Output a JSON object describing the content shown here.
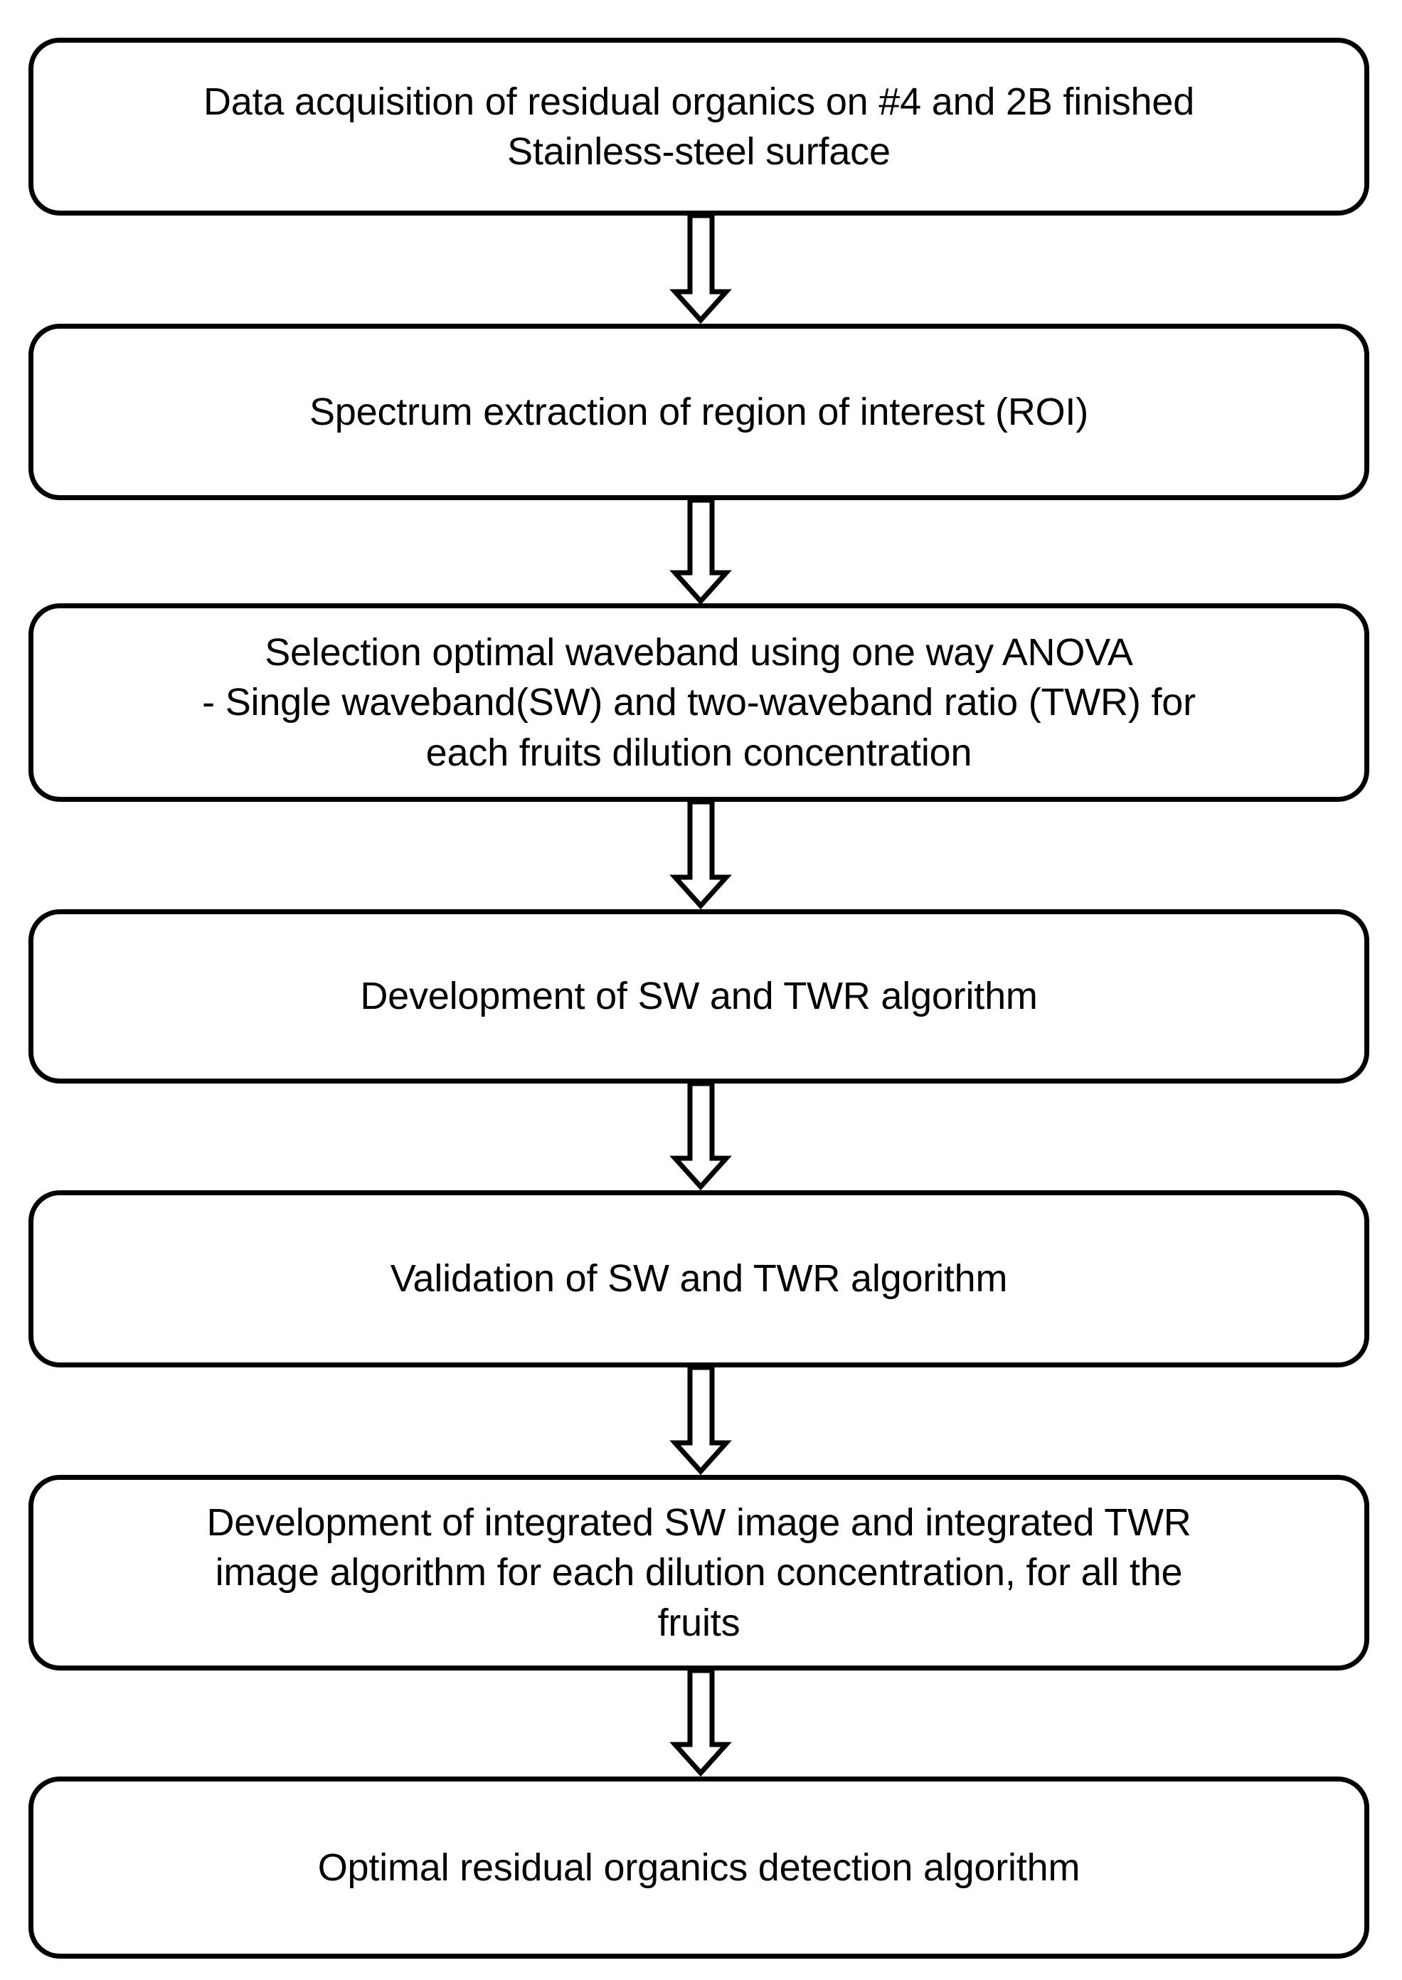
{
  "diagram": {
    "title": "Residual organics detection algorithm development flowchart",
    "type": "flowchart",
    "orientation": "vertical",
    "colors": {
      "node_border": "#000000",
      "node_fill": "#ffffff",
      "arrow_stroke": "#000000",
      "arrow_fill": "#ffffff",
      "text": "#000000",
      "background": "#ffffff"
    },
    "nodes": [
      {
        "id": "node-1",
        "shape": "rounded-rectangle",
        "text": "Data acquisition of residual organics on #4 and 2B finished\nStainless-steel surface",
        "lines": [
          "Data acquisition of residual organics on #4 and 2B finished",
          "Stainless-steel surface"
        ]
      },
      {
        "id": "node-2",
        "shape": "rounded-rectangle",
        "text": "Spectrum extraction of region of interest (ROI)",
        "lines": [
          "Spectrum extraction of region of interest (ROI)"
        ]
      },
      {
        "id": "node-3",
        "shape": "rounded-rectangle",
        "text": "Selection optimal waveband using one way ANOVA\n- Single waveband(SW) and two-waveband ratio (TWR) for\neach fruits dilution concentration",
        "lines": [
          "Selection optimal waveband using one way ANOVA",
          "- Single waveband(SW) and two-waveband ratio (TWR) for",
          "each fruits dilution concentration"
        ]
      },
      {
        "id": "node-4",
        "shape": "rounded-rectangle",
        "text": "Development of SW and TWR algorithm",
        "lines": [
          "Development of SW and TWR algorithm"
        ]
      },
      {
        "id": "node-5",
        "shape": "rounded-rectangle",
        "text": "Validation of SW and TWR algorithm",
        "lines": [
          "Validation of SW and TWR algorithm"
        ]
      },
      {
        "id": "node-6",
        "shape": "rounded-rectangle",
        "text": "Development of integrated SW image and integrated TWR\nimage algorithm for each dilution concentration, for all the\nfruits",
        "lines": [
          "Development of integrated SW image and integrated TWR",
          "image algorithm for each dilution concentration, for all the",
          "fruits"
        ]
      },
      {
        "id": "node-7",
        "shape": "rounded-rectangle",
        "text": "Optimal residual organics detection algorithm",
        "lines": [
          "Optimal residual organics detection algorithm"
        ]
      }
    ],
    "connectors": [
      {
        "id": "arrow-1",
        "from": "node-1",
        "to": "node-2",
        "direction": "down",
        "style": "hollow-block-arrow"
      },
      {
        "id": "arrow-2",
        "from": "node-2",
        "to": "node-3",
        "direction": "down",
        "style": "hollow-block-arrow"
      },
      {
        "id": "arrow-3",
        "from": "node-3",
        "to": "node-4",
        "direction": "down",
        "style": "hollow-block-arrow"
      },
      {
        "id": "arrow-4",
        "from": "node-4",
        "to": "node-5",
        "direction": "down",
        "style": "hollow-block-arrow"
      },
      {
        "id": "arrow-5",
        "from": "node-5",
        "to": "node-6",
        "direction": "down",
        "style": "hollow-block-arrow"
      },
      {
        "id": "arrow-6",
        "from": "node-6",
        "to": "node-7",
        "direction": "down",
        "style": "hollow-block-arrow"
      }
    ]
  }
}
